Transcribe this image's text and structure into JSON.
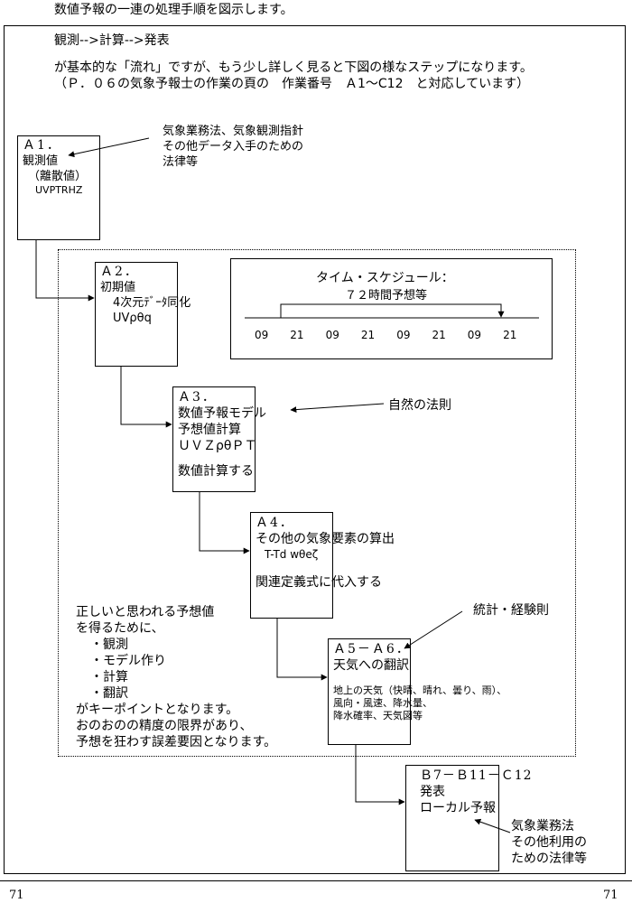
{
  "page_intro": "数値予報の一連の処理手順を図示します。",
  "flow_summary": "観測-->計算-->発表",
  "description_line1": "が基本的な「流れ」ですが、もう少し詳しく見ると下図の様なステップになります。",
  "description_line2": "（Ｐ．０６の気象予報士の作業の頁の　作業番号　Ａ1～C12　と対応しています）",
  "steps": [
    {
      "id": "Ａ1．",
      "lines": [
        "観測値",
        "（離散値）",
        "UVPTRHZ"
      ]
    },
    {
      "id": "Ａ2．",
      "lines": [
        "初期値",
        "4次元ﾃﾞｰﾀ同化",
        "UVρθq"
      ]
    },
    {
      "id": "Ａ3．",
      "lines": [
        "数値予報モデル",
        "予想値計算",
        "ＵＶＺρθＰＴ",
        "数値計算する"
      ]
    },
    {
      "id": "Ａ4．",
      "lines": [
        "その他の気象要素の算出",
        "T-Td wθeζ",
        "関連定義式に代入する"
      ]
    },
    {
      "id": "Ａ5－Ａ6．",
      "lines": [
        "天気への翻訳",
        "地上の天気（快晴、晴れ、曇り、雨）、",
        "風向・風速、降水量、",
        "降水確率、天気図等"
      ]
    },
    {
      "id": "Ｂ7－Ｂ11－Ｃ12",
      "lines": [
        "発表",
        "ローカル予報"
      ]
    }
  ],
  "notes": {
    "laws_top": [
      "気象業務法、気象観測指針",
      "その他データ入手のための",
      "法律等"
    ],
    "natural_law": "自然の法則",
    "stats_rule": "統計・経験則",
    "laws_bottom": [
      "気象業務法",
      "その他利用の",
      "ための法律等"
    ],
    "keypoints": [
      "正しいと思われる予想値",
      "を得るために、",
      "・観測",
      "・モデル作り",
      "・計算",
      "・翻訳",
      "がキーポイントとなります。",
      "おのおのの精度の限界があり、",
      "予想を狂わす誤差要因となります。"
    ]
  },
  "schedule": {
    "title": "タイム・スケジュール：",
    "subtitle": "７２時間予想等",
    "hours": [
      "09",
      "21",
      "09",
      "21",
      "09",
      "21",
      "09",
      "21"
    ]
  },
  "page_numbers": {
    "left": "71",
    "right": "71"
  }
}
